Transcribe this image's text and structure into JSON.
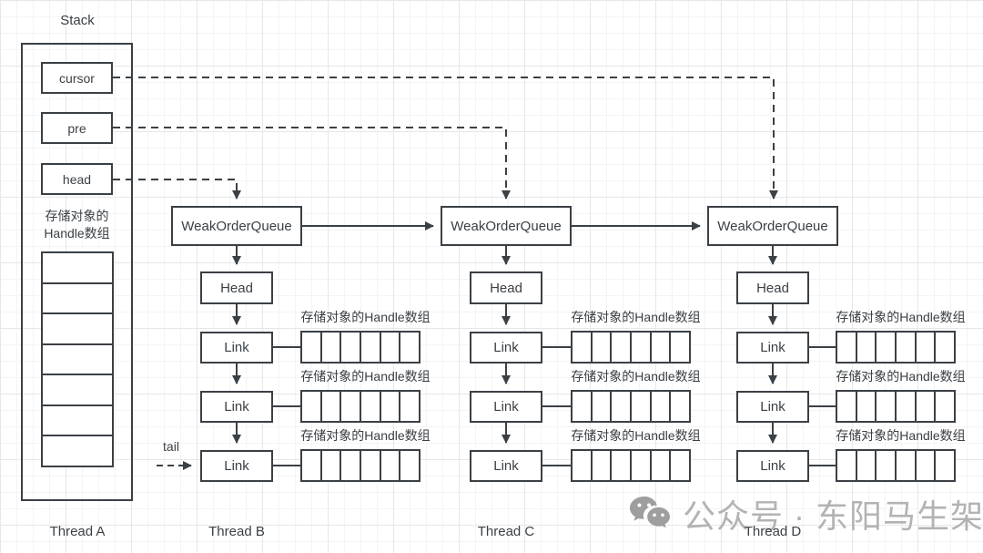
{
  "stack": {
    "title": "Stack",
    "pointers": [
      "cursor",
      "pre",
      "head"
    ],
    "array_label_line1": "存储对象的",
    "array_label_line2": "Handle数组",
    "array_cells": 7,
    "thread_label": "Thread A"
  },
  "tail": {
    "label": "tail"
  },
  "queues": [
    {
      "queue_label": "WeakOrderQueue",
      "head_label": "Head",
      "links": [
        "Link",
        "Link",
        "Link"
      ],
      "array_label": "存储对象的Handle数组",
      "cells_per_array": 6,
      "thread_label": "Thread B"
    },
    {
      "queue_label": "WeakOrderQueue",
      "head_label": "Head",
      "links": [
        "Link",
        "Link",
        "Link"
      ],
      "array_label": "存储对象的Handle数组",
      "cells_per_array": 6,
      "thread_label": "Thread C"
    },
    {
      "queue_label": "WeakOrderQueue",
      "head_label": "Head",
      "links": [
        "Link",
        "Link",
        "Link"
      ],
      "array_label": "存储对象的Handle数组",
      "cells_per_array": 6,
      "thread_label": "Thread D"
    }
  ],
  "watermark": {
    "text": "公众号 · 东阳马生架构",
    "icon": "wechat-icon"
  },
  "colors": {
    "line": "#3b4045",
    "box_border": "#3b4045",
    "text": "#3b4045",
    "watermark": "#b3b3b3",
    "grid_major": "#e7e7e7",
    "grid_minor": "#f4f4f4"
  }
}
